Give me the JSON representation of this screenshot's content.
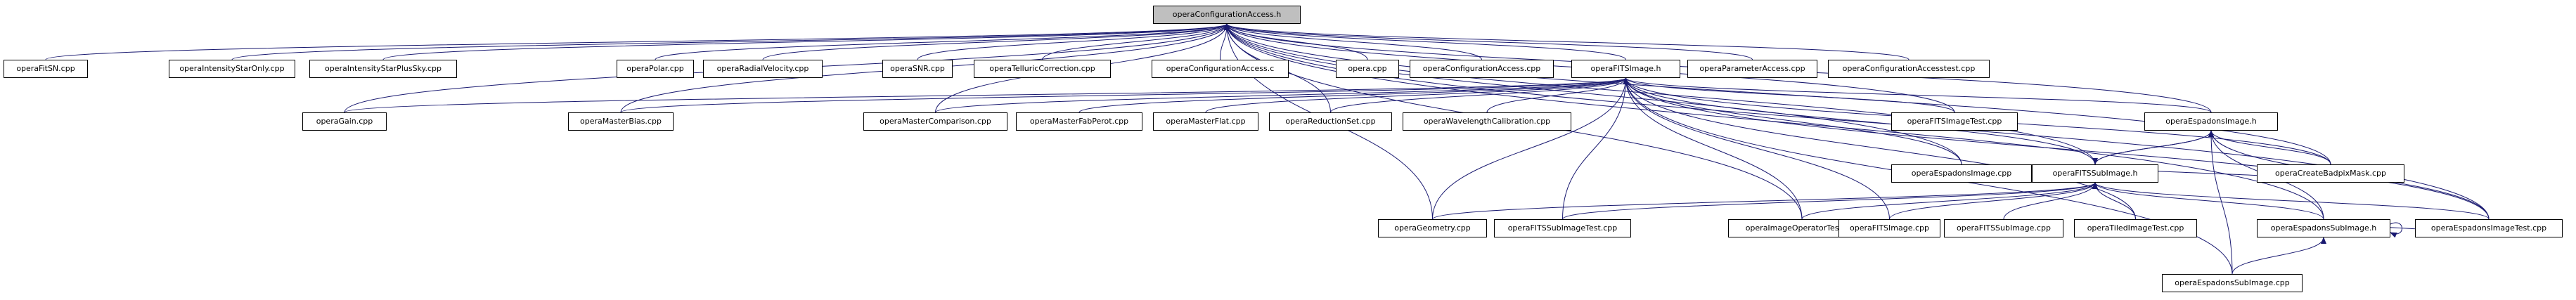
{
  "root": {
    "label": "operaConfigurationAccess.h"
  },
  "nodes": {
    "ConfigurationAccess_h": "operaConfigurationAccess.h",
    "FitSN_cpp": "operaFitSN.cpp",
    "IntensityStarOnly_cpp": "operaIntensityStarOnly.cpp",
    "IntensityStarPlusSky_cpp": "operaIntensityStarPlusSky.cpp",
    "Polar_cpp": "operaPolar.cpp",
    "RadialVelocity_cpp": "operaRadialVelocity.cpp",
    "SNR_cpp": "operaSNR.cpp",
    "TelluricCorrection_cpp": "operaTelluricCorrection.cpp",
    "ConfigurationAccess_c": "operaConfigurationAccess.c",
    "opera_cpp": "opera.cpp",
    "ConfigurationAccess_cpp": "operaConfigurationAccess.cpp",
    "FITSImage_h": "operaFITSImage.h",
    "ParameterAccess_cpp": "operaParameterAccess.cpp",
    "ConfigurationAccesstest_cpp": "operaConfigurationAccesstest.cpp",
    "Gain_cpp": "operaGain.cpp",
    "MasterBias_cpp": "operaMasterBias.cpp",
    "MasterComparison_cpp": "operaMasterComparison.cpp",
    "MasterFabPerot_cpp": "operaMasterFabPerot.cpp",
    "MasterFlat_cpp": "operaMasterFlat.cpp",
    "ReductionSet_cpp": "operaReductionSet.cpp",
    "WavelengthCalibration_cpp": "operaWavelengthCalibration.cpp",
    "FITSImageTest_cpp": "operaFITSImageTest.cpp",
    "EspadonsImage_h": "operaEspadonsImage.h",
    "EspadonsImage_cpp": "operaEspadonsImage.cpp",
    "CreateBadpixMask_cpp": "operaCreateBadpixMask.cpp",
    "FITSSubImage_h": "operaFITSSubImage.h",
    "Geometry_cpp": "operaGeometry.cpp",
    "FITSSubImageTest_cpp": "operaFITSSubImageTest.cpp",
    "ImageOperatorTest_cpp": "operaImageOperatorTest.cpp",
    "FITSImage_cpp": "operaFITSImage.cpp",
    "FITSSubImage_cpp": "operaFITSSubImage.cpp",
    "TiledImageTest_cpp": "operaTiledImageTest.cpp",
    "EspadonsSubImage_h": "operaEspadonsSubImage.h",
    "EspadonsImageTest_cpp": "operaEspadonsImageTest.cpp",
    "EspadonsSubImage_cpp": "operaEspadonsSubImage.cpp"
  },
  "edges": [
    [
      "ConfigurationAccess_h",
      "FitSN_cpp"
    ],
    [
      "ConfigurationAccess_h",
      "IntensityStarOnly_cpp"
    ],
    [
      "ConfigurationAccess_h",
      "IntensityStarPlusSky_cpp"
    ],
    [
      "ConfigurationAccess_h",
      "Polar_cpp"
    ],
    [
      "ConfigurationAccess_h",
      "RadialVelocity_cpp"
    ],
    [
      "ConfigurationAccess_h",
      "SNR_cpp"
    ],
    [
      "ConfigurationAccess_h",
      "TelluricCorrection_cpp"
    ],
    [
      "ConfigurationAccess_h",
      "ConfigurationAccess_c"
    ],
    [
      "ConfigurationAccess_h",
      "opera_cpp"
    ],
    [
      "ConfigurationAccess_h",
      "ConfigurationAccess_cpp"
    ],
    [
      "ConfigurationAccess_h",
      "FITSImage_h"
    ],
    [
      "ConfigurationAccess_h",
      "ParameterAccess_cpp"
    ],
    [
      "ConfigurationAccess_h",
      "ConfigurationAccesstest_cpp"
    ],
    [
      "ConfigurationAccess_h",
      "Gain_cpp"
    ],
    [
      "ConfigurationAccess_h",
      "MasterBias_cpp"
    ],
    [
      "ConfigurationAccess_h",
      "MasterComparison_cpp"
    ],
    [
      "ConfigurationAccess_h",
      "ReductionSet_cpp"
    ],
    [
      "ConfigurationAccess_h",
      "FITSImageTest_cpp"
    ],
    [
      "ConfigurationAccess_h",
      "EspadonsImage_h"
    ],
    [
      "ConfigurationAccess_h",
      "EspadonsImage_cpp"
    ],
    [
      "ConfigurationAccess_h",
      "CreateBadpixMask_cpp"
    ],
    [
      "ConfigurationAccess_h",
      "FITSSubImage_h"
    ],
    [
      "ConfigurationAccess_h",
      "Geometry_cpp"
    ],
    [
      "ConfigurationAccess_h",
      "ImageOperatorTest_cpp"
    ],
    [
      "ConfigurationAccess_h",
      "EspadonsSubImage_h"
    ],
    [
      "ConfigurationAccess_h",
      "EspadonsImageTest_cpp"
    ],
    [
      "FITSImage_h",
      "Gain_cpp"
    ],
    [
      "FITSImage_h",
      "MasterBias_cpp"
    ],
    [
      "FITSImage_h",
      "MasterComparison_cpp"
    ],
    [
      "FITSImage_h",
      "MasterFabPerot_cpp"
    ],
    [
      "FITSImage_h",
      "MasterFlat_cpp"
    ],
    [
      "FITSImage_h",
      "ReductionSet_cpp"
    ],
    [
      "FITSImage_h",
      "WavelengthCalibration_cpp"
    ],
    [
      "FITSImage_h",
      "FITSImageTest_cpp"
    ],
    [
      "FITSImage_h",
      "EspadonsImage_h"
    ],
    [
      "FITSImage_h",
      "EspadonsImage_cpp"
    ],
    [
      "FITSImage_h",
      "CreateBadpixMask_cpp"
    ],
    [
      "FITSImage_h",
      "FITSSubImage_h"
    ],
    [
      "FITSImage_h",
      "Geometry_cpp"
    ],
    [
      "FITSImage_h",
      "FITSSubImageTest_cpp"
    ],
    [
      "FITSImage_h",
      "ImageOperatorTest_cpp"
    ],
    [
      "FITSImage_h",
      "FITSImage_cpp"
    ],
    [
      "FITSImage_h",
      "TiledImageTest_cpp"
    ],
    [
      "FITSImage_h",
      "EspadonsImageTest_cpp"
    ],
    [
      "FITSImage_h",
      "EspadonsSubImage_cpp"
    ],
    [
      "EspadonsImage_h",
      "FITSSubImage_h"
    ],
    [
      "EspadonsImage_h",
      "CreateBadpixMask_cpp"
    ],
    [
      "EspadonsImage_h",
      "EspadonsSubImage_h"
    ],
    [
      "EspadonsImage_h",
      "EspadonsImageTest_cpp"
    ],
    [
      "EspadonsImage_h",
      "EspadonsSubImage_cpp"
    ],
    [
      "FITSSubImage_h",
      "EspadonsImage_h"
    ],
    [
      "FITSSubImage_h",
      "CreateBadpixMask_cpp"
    ],
    [
      "FITSSubImage_h",
      "Geometry_cpp"
    ],
    [
      "FITSSubImage_h",
      "FITSSubImageTest_cpp"
    ],
    [
      "FITSSubImage_h",
      "ImageOperatorTest_cpp"
    ],
    [
      "FITSSubImage_h",
      "FITSImage_cpp"
    ],
    [
      "FITSSubImage_h",
      "FITSSubImage_cpp"
    ],
    [
      "FITSSubImage_h",
      "TiledImageTest_cpp"
    ],
    [
      "FITSSubImage_h",
      "EspadonsSubImage_h"
    ],
    [
      "FITSSubImage_h",
      "EspadonsImageTest_cpp"
    ],
    [
      "EspadonsSubImage_h",
      "EspadonsSubImage_h"
    ],
    [
      "EspadonsSubImage_h",
      "EspadonsImageTest_cpp"
    ],
    [
      "EspadonsSubImage_h",
      "EspadonsSubImage_cpp"
    ]
  ],
  "colors": {
    "edge": "#191970",
    "root_fill": "#bfbfbf",
    "node_border": "#000000"
  }
}
